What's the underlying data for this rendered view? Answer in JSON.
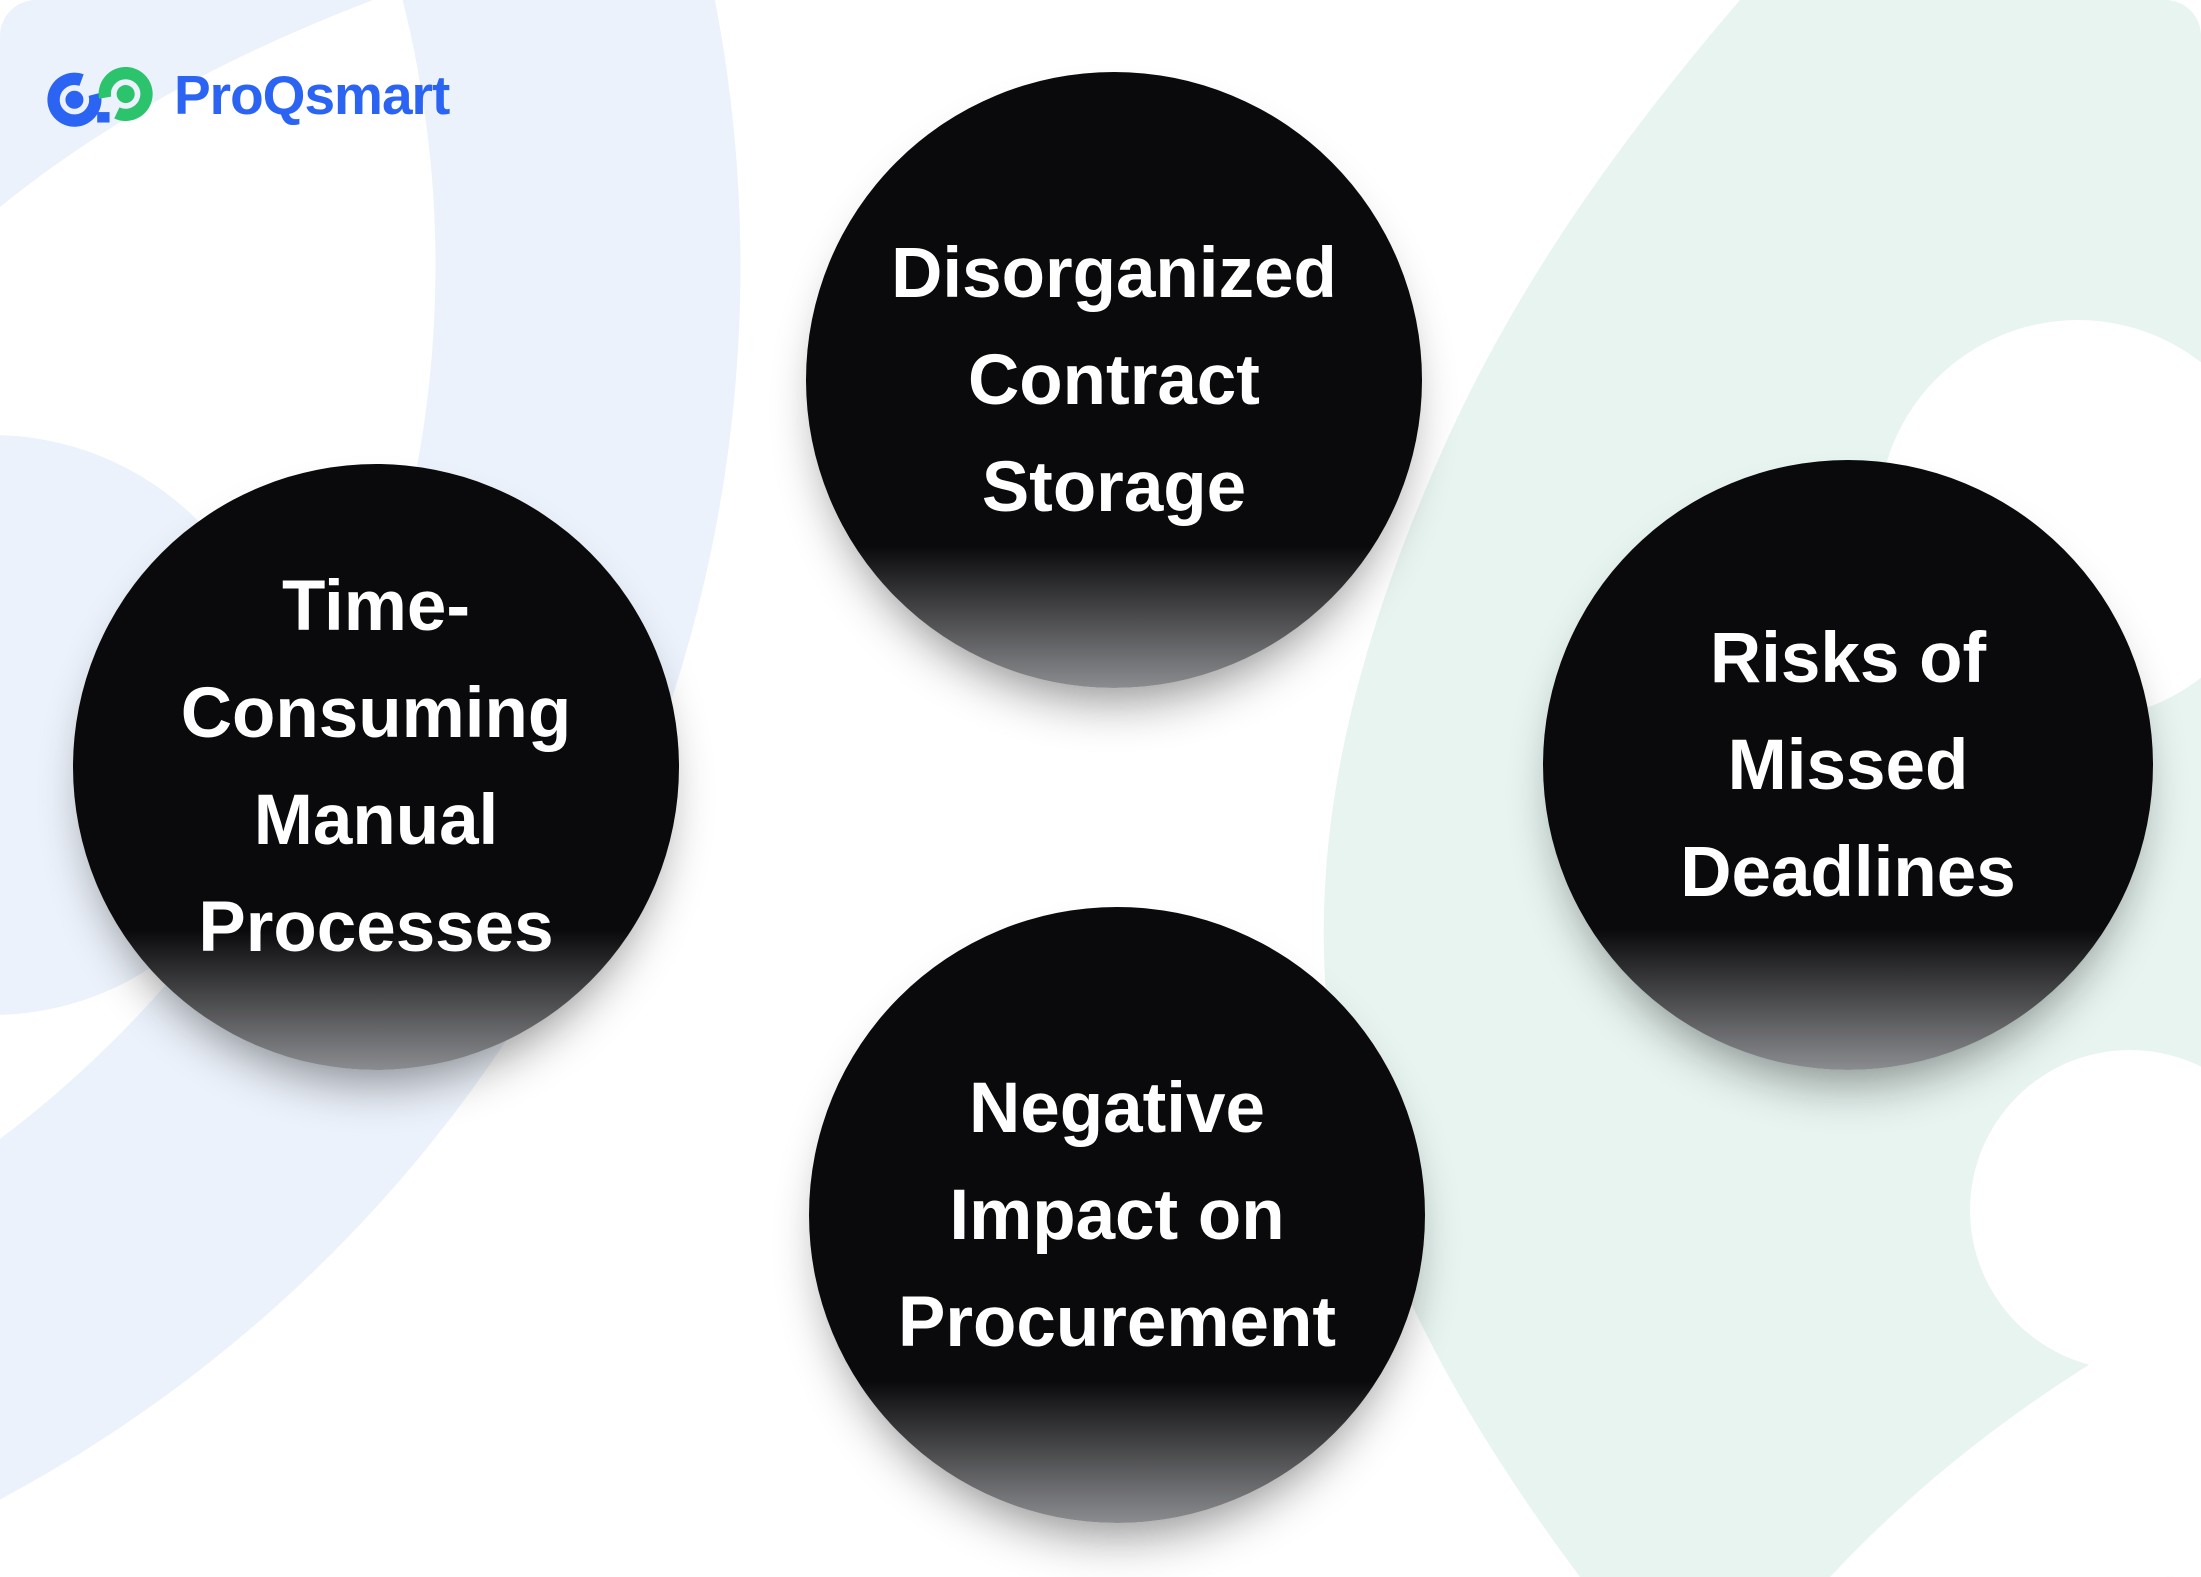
{
  "logo": {
    "brand": "ProQsmart",
    "icon": "two-linked-rings",
    "blue": "#2b63f2",
    "green": "#2bc36c"
  },
  "colors": {
    "background": "#ffffff",
    "decor_blue_tint": "#ecf2fb",
    "decor_teal_tint": "#e7f4f0",
    "bubble_black": "#0a0a0c",
    "bubble_fade_gray": "#8b8c8f",
    "bubble_text": "#ffffff"
  },
  "circles": [
    {
      "id": "disorganized-contract-storage",
      "lines": [
        "Disorganized",
        "Contract",
        "Storage"
      ]
    },
    {
      "id": "time-consuming-manual-processes",
      "lines": [
        "Time-",
        "Consuming",
        "Manual",
        "Processes"
      ]
    },
    {
      "id": "risks-of-missed-deadlines",
      "lines": [
        "Risks of",
        "Missed",
        "Deadlines"
      ]
    },
    {
      "id": "negative-impact-on-procurement",
      "lines": [
        "Negative",
        "Impact on",
        "Procurement"
      ]
    }
  ]
}
